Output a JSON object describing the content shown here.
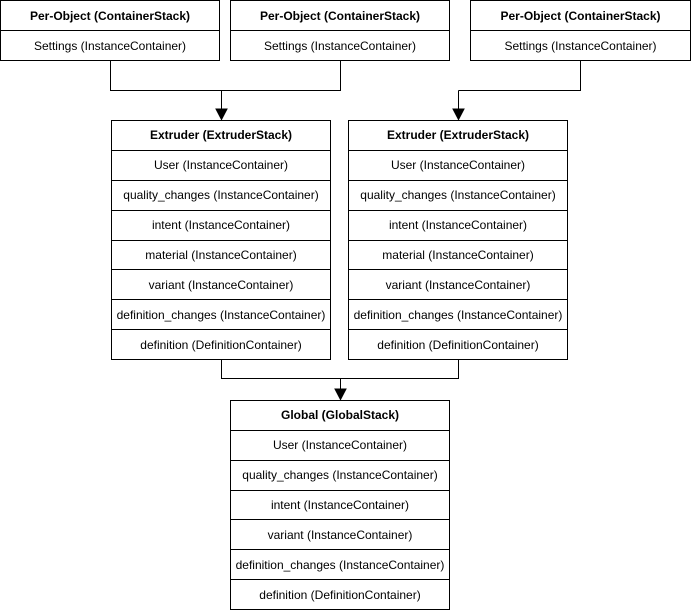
{
  "diagram": {
    "per_object_stacks": [
      {
        "title": "Per-Object (ContainerStack)",
        "rows": [
          "Settings (InstanceContainer)"
        ]
      },
      {
        "title": "Per-Object (ContainerStack)",
        "rows": [
          "Settings (InstanceContainer)"
        ]
      },
      {
        "title": "Per-Object (ContainerStack)",
        "rows": [
          "Settings (InstanceContainer)"
        ]
      }
    ],
    "extruder_stacks": [
      {
        "title": "Extruder (ExtruderStack)",
        "rows": [
          "User (InstanceContainer)",
          "quality_changes (InstanceContainer)",
          "intent (InstanceContainer)",
          "material (InstanceContainer)",
          "variant (InstanceContainer)",
          "definition_changes (InstanceContainer)",
          "definition (DefinitionContainer)"
        ]
      },
      {
        "title": "Extruder (ExtruderStack)",
        "rows": [
          "User (InstanceContainer)",
          "quality_changes (InstanceContainer)",
          "intent (InstanceContainer)",
          "material (InstanceContainer)",
          "variant (InstanceContainer)",
          "definition_changes (InstanceContainer)",
          "definition (DefinitionContainer)"
        ]
      }
    ],
    "global_stack": {
      "title": "Global (GlobalStack)",
      "rows": [
        "User (InstanceContainer)",
        "quality_changes (InstanceContainer)",
        "intent (InstanceContainer)",
        "variant (InstanceContainer)",
        "definition_changes (InstanceContainer)",
        "definition (DefinitionContainer)"
      ]
    },
    "colors": {
      "stroke": "#000000",
      "fill": "#ffffff",
      "text": "#000000"
    }
  }
}
